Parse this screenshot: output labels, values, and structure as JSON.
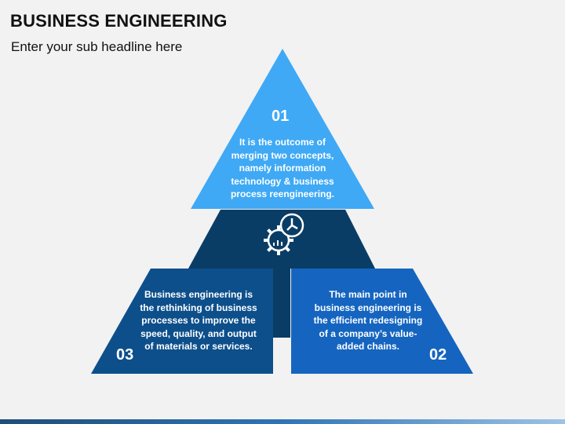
{
  "header": {
    "title": "BUSINESS ENGINEERING",
    "subtitle": "Enter your sub headline here"
  },
  "segments": [
    {
      "number": "01",
      "text": "It is the outcome of merging two concepts, namely information technology & business process reengineering.",
      "color": "#3fa9f5"
    },
    {
      "number": "02",
      "text": "The main point in business engineering is the efficient redesigning of a company’s value-added chains.",
      "color": "#1565c0"
    },
    {
      "number": "03",
      "text": "Business engineering is the rethinking of business processes to improve the speed, quality, and output of materials or services.",
      "color": "#0d4f8b"
    }
  ],
  "center": {
    "color": "#0a3d66",
    "icon": "gear-clock-chart-icon"
  }
}
